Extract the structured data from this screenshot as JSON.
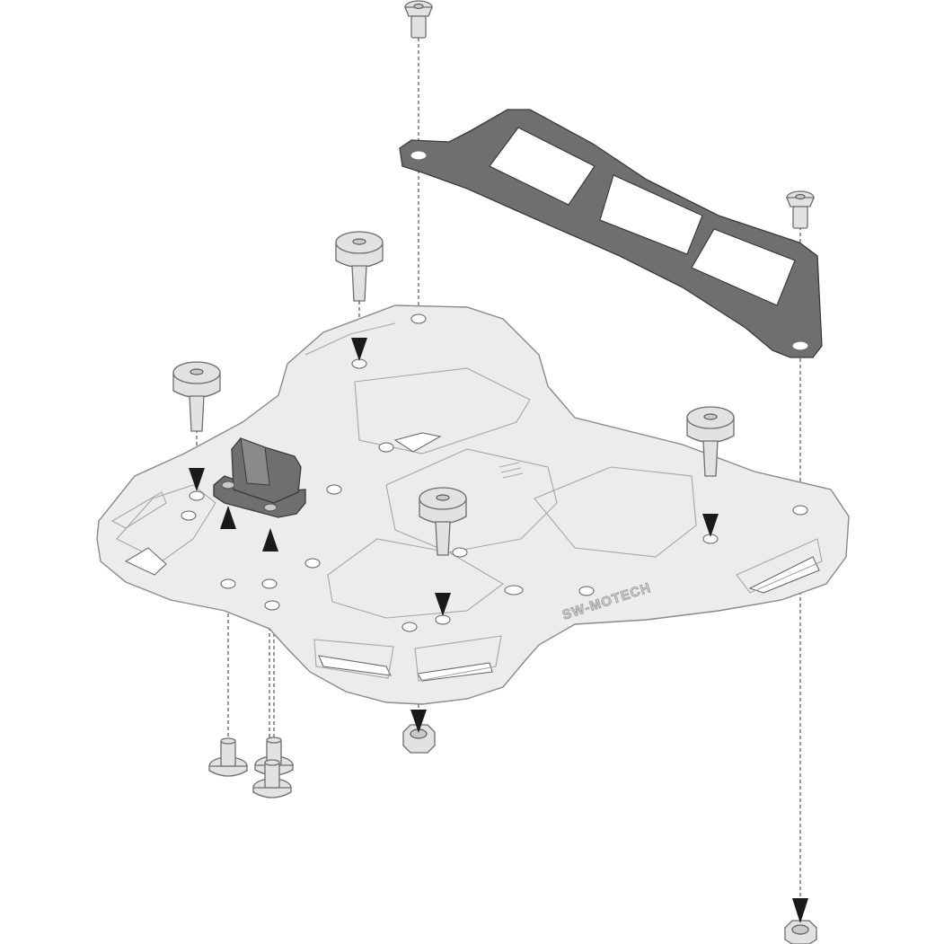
{
  "diagram": {
    "brand_text": "SW-MOTECH",
    "colors": {
      "plate": "#ececec",
      "bracket": "#6f6f6f",
      "hardware": "#e2e2e2",
      "arrow": "#1a1a1a"
    },
    "parts": [
      "top-plate",
      "mounting-bracket",
      "countersunk-screw",
      "rubber-bumper",
      "lock-block",
      "flange-bolt",
      "hex-nut"
    ]
  }
}
